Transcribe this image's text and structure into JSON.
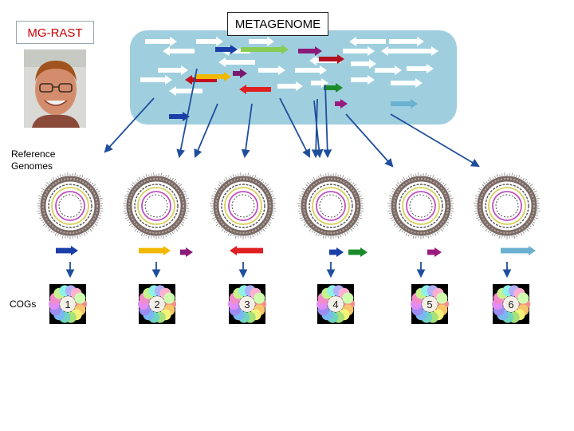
{
  "title_label": "MG-RAST",
  "metagenome_label": "METAGENOME",
  "reference_label_line1": "Reference",
  "reference_label_line2": "Genomes",
  "cogs_label": "COGs",
  "colors": {
    "cloud": "#9fcfde",
    "link_arrow": "#1f4e9c",
    "label_red": "#cc0000"
  },
  "gene_arrows": [
    {
      "color": "#ffffff",
      "dir": "right"
    },
    {
      "color": "#ffffff",
      "dir": "left"
    },
    {
      "color": "#ffffff",
      "dir": "right"
    },
    {
      "color": "#ffffff",
      "dir": "left"
    },
    {
      "color": "#ffffff",
      "dir": "right"
    },
    {
      "color": "#1a3ea8",
      "dir": "right"
    },
    {
      "color": "#88cc55",
      "dir": "right"
    },
    {
      "color": "#8b1a7a",
      "dir": "right"
    },
    {
      "color": "#ffffff",
      "dir": "left"
    },
    {
      "color": "#ffffff",
      "dir": "left"
    },
    {
      "color": "#ffffff",
      "dir": "right"
    },
    {
      "color": "#b01020",
      "dir": "right"
    },
    {
      "color": "#ffffff",
      "dir": "right"
    },
    {
      "color": "#c01020",
      "dir": "left"
    },
    {
      "color": "#ffffff",
      "dir": "left"
    },
    {
      "color": "#ffffff",
      "dir": "right"
    },
    {
      "color": "#f2b800",
      "dir": "right"
    },
    {
      "color": "#7a1a6e",
      "dir": "right"
    },
    {
      "color": "#ffffff",
      "dir": "right"
    },
    {
      "color": "#ffffff",
      "dir": "right"
    },
    {
      "color": "#ffffff",
      "dir": "left"
    },
    {
      "color": "#ffffff",
      "dir": "right"
    },
    {
      "color": "#ffffff",
      "dir": "right"
    },
    {
      "color": "#ffffff",
      "dir": "left"
    },
    {
      "color": "#e02020",
      "dir": "left"
    },
    {
      "color": "#ffffff",
      "dir": "right"
    },
    {
      "color": "#ffffff",
      "dir": "right"
    },
    {
      "color": "#1a8a2a",
      "dir": "right"
    },
    {
      "color": "#ffffff",
      "dir": "right"
    },
    {
      "color": "#ffffff",
      "dir": "right"
    },
    {
      "color": "#ffffff",
      "dir": "right"
    },
    {
      "color": "#ffffff",
      "dir": "right"
    },
    {
      "color": "#ffffff",
      "dir": "right"
    },
    {
      "color": "#9a1a80",
      "dir": "right"
    },
    {
      "color": "#1a3ea8",
      "dir": "right"
    },
    {
      "color": "#6ab0d0",
      "dir": "right"
    }
  ],
  "genomes": [
    {
      "cog_number": "1",
      "marker": [
        {
          "color": "#1a3ea8"
        }
      ]
    },
    {
      "cog_number": "2",
      "marker": [
        {
          "color": "#f2b800"
        },
        {
          "color": "#8b1a7a"
        }
      ]
    },
    {
      "cog_number": "3",
      "marker": [
        {
          "color": "#e02020",
          "dir": "left"
        }
      ]
    },
    {
      "cog_number": "4",
      "marker": [
        {
          "color": "#1a3ea8"
        },
        {
          "color": "#1a8a2a"
        }
      ]
    },
    {
      "cog_number": "5",
      "marker": [
        {
          "color": "#9a1a80"
        }
      ]
    },
    {
      "cog_number": "6",
      "marker": [
        {
          "color": "#6ab0d0"
        }
      ]
    }
  ],
  "cog_palette": [
    "#f28c8c",
    "#f7c56a",
    "#f5f27a",
    "#a8e07a",
    "#6fd3c0",
    "#7ab8f2",
    "#9c8cf2",
    "#e08cf2",
    "#f28cc8",
    "#c8f28c",
    "#8cf2e6",
    "#b0b0ff",
    "#ffb0d0",
    "#d0ffb0"
  ]
}
